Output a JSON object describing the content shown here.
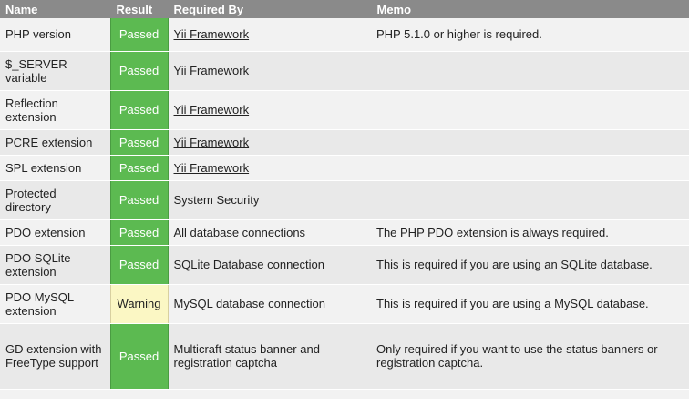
{
  "table": {
    "headers": {
      "name": "Name",
      "result": "Result",
      "required_by": "Required By",
      "memo": "Memo"
    },
    "rows": [
      {
        "name": "PHP version",
        "result": "Passed",
        "required_by": "Yii Framework",
        "required_by_is_link": true,
        "memo": "PHP 5.1.0 or higher is required."
      },
      {
        "name": "$_SERVER variable",
        "result": "Passed",
        "required_by": "Yii Framework",
        "required_by_is_link": true,
        "memo": ""
      },
      {
        "name": "Reflection extension",
        "result": "Passed",
        "required_by": "Yii Framework",
        "required_by_is_link": true,
        "memo": ""
      },
      {
        "name": "PCRE extension",
        "result": "Passed",
        "required_by": "Yii Framework",
        "required_by_is_link": true,
        "memo": ""
      },
      {
        "name": "SPL extension",
        "result": "Passed",
        "required_by": "Yii Framework",
        "required_by_is_link": true,
        "memo": ""
      },
      {
        "name": "Protected directory",
        "result": "Passed",
        "required_by": "System Security",
        "required_by_is_link": false,
        "memo": ""
      },
      {
        "name": "PDO extension",
        "result": "Passed",
        "required_by": "All database connections",
        "required_by_is_link": false,
        "memo": "The PHP PDO extension is always required."
      },
      {
        "name": "PDO SQLite extension",
        "result": "Passed",
        "required_by": "SQLite Database connection",
        "required_by_is_link": false,
        "memo": "This is required if you are using an SQLite database."
      },
      {
        "name": "PDO MySQL extension",
        "result": "Warning",
        "required_by": "MySQL database connection",
        "required_by_is_link": false,
        "memo": "This is required if you are using a MySQL database."
      },
      {
        "name": "GD extension with FreeType support",
        "result": "Passed",
        "required_by": "Multicraft status banner and registration captcha",
        "required_by_is_link": false,
        "memo": "Only required if you want to use the status banners or registration captcha."
      }
    ]
  },
  "colors": {
    "header_bg": "#8a8a8a",
    "passed": "#5cba51",
    "warning": "#fbf7c4"
  }
}
